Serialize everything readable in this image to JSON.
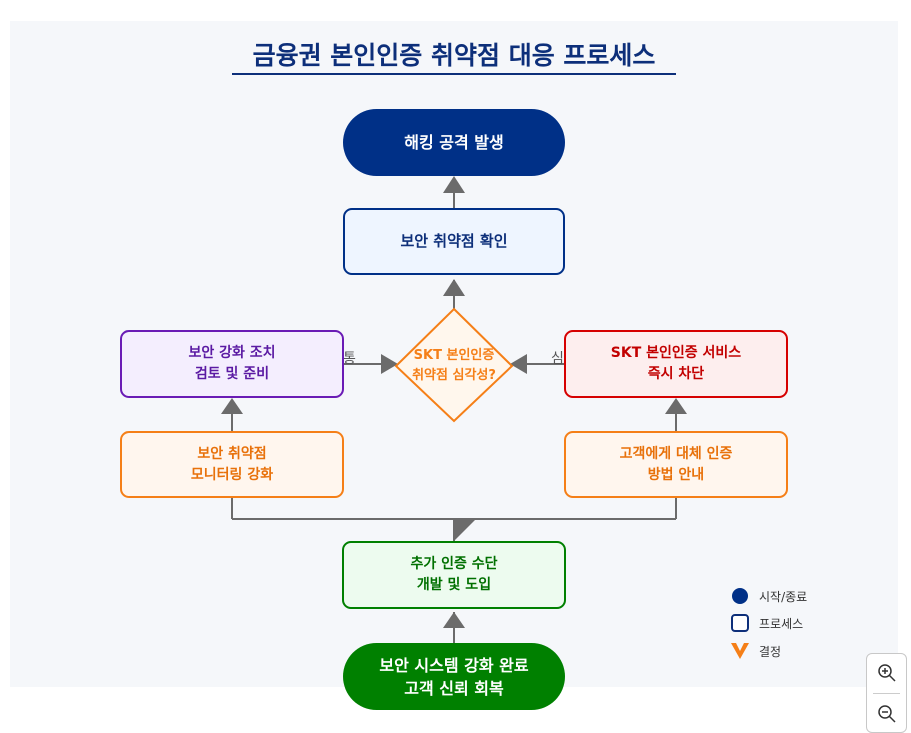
{
  "title": "금융권 본인인증 취약점 대응 프로세스",
  "nodes": {
    "start": {
      "lines": [
        "해킹 공격 발생"
      ]
    },
    "confirm": {
      "lines": [
        "보안 취약점 확인"
      ]
    },
    "decision": {
      "lines": [
        "SKT 본인인증",
        "취약점 심각성?"
      ]
    },
    "left_review": {
      "lines": [
        "보안 강화 조치",
        "검토 및 준비"
      ]
    },
    "right_block": {
      "lines": [
        "SKT 본인인증 서비스",
        "즉시 차단"
      ]
    },
    "left_monitor": {
      "lines": [
        "보안 취약점",
        "모니터링 강화"
      ]
    },
    "right_guide": {
      "lines": [
        "고객에게 대체 인증",
        "방법 안내"
      ]
    },
    "add_auth": {
      "lines": [
        "추가 인증 수단",
        "개발 및 도입"
      ]
    },
    "end": {
      "lines": [
        "보안 시스템 강화 완료",
        "고객 신뢰 회복"
      ]
    }
  },
  "edge_labels": {
    "left": "통",
    "right": "심"
  },
  "legend": {
    "items": [
      {
        "label": "시작/종료",
        "icon": "filled-circle-icon"
      },
      {
        "label": "프로세스",
        "icon": "rounded-square-icon"
      },
      {
        "label": "결정",
        "icon": "chevron-down-icon"
      }
    ]
  },
  "colors": {
    "navy": "#003087",
    "green": "#008000",
    "purple": "#6a1bb5",
    "red": "#d60000",
    "orange": "#f57f17",
    "arrow": "#6b6b6b"
  },
  "zoom": {
    "in_icon": "zoom-in-icon",
    "out_icon": "zoom-out-icon"
  }
}
